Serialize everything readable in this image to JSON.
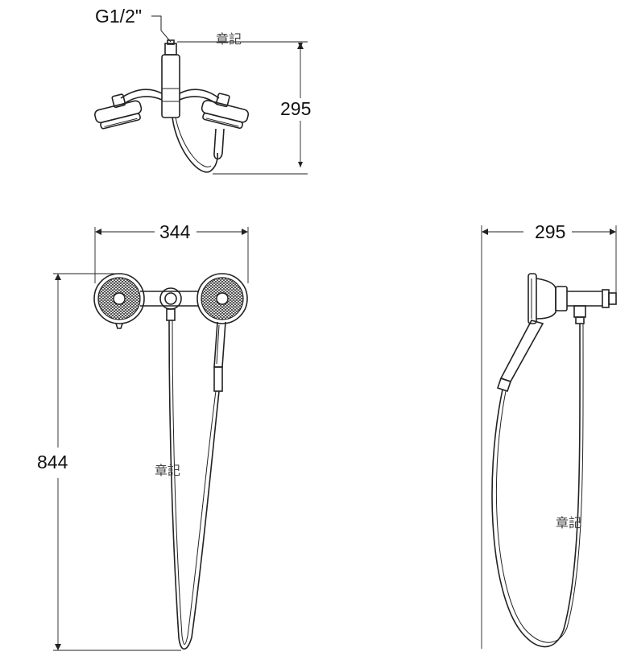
{
  "labels": {
    "thread": "G1/2\"",
    "top_depth": "295",
    "front_width": "344",
    "front_height": "844",
    "side_depth": "295"
  },
  "watermarks": [
    "章記",
    "章記",
    "章記"
  ]
}
